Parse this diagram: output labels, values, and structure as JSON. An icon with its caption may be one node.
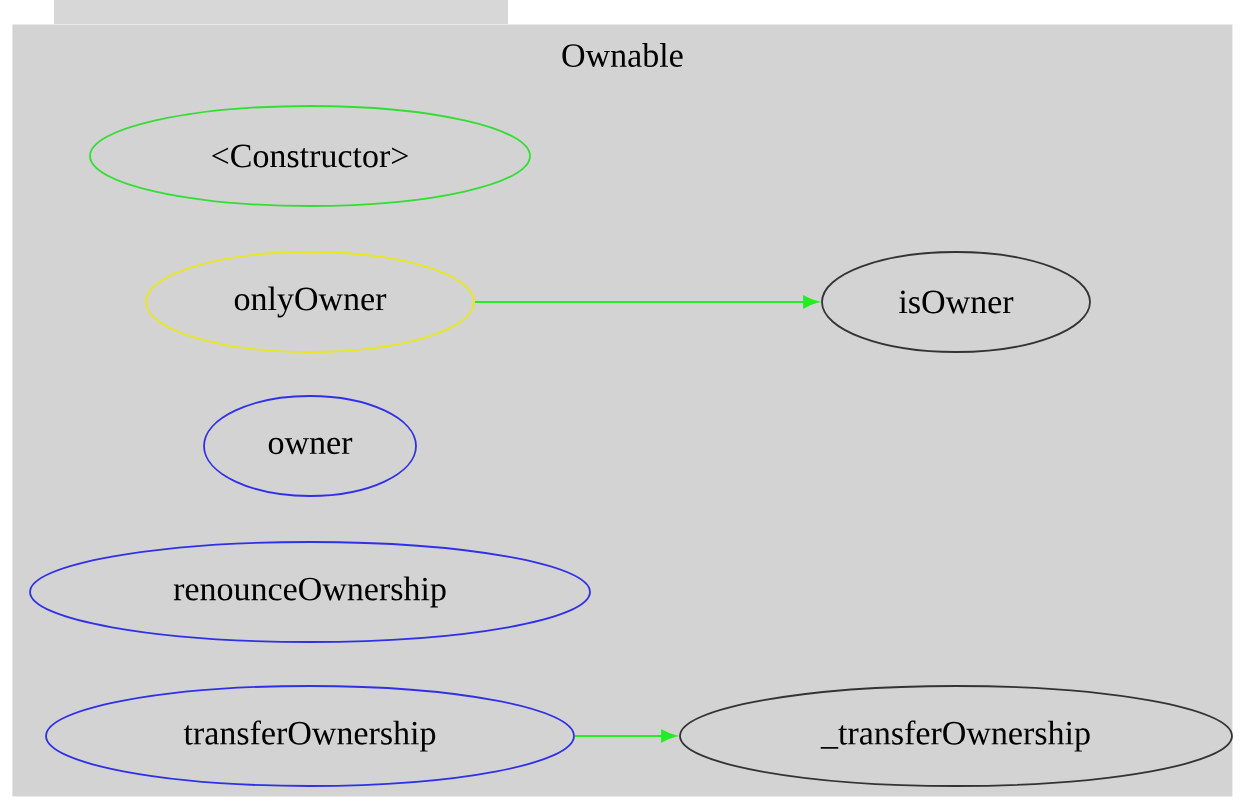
{
  "diagram": {
    "nodes": [
      {
        "text": [
          "Ownable"
        ]
      },
      {
        "text": [
          "<Constructor>"
        ],
        "in": 0
      },
      {
        "text": [
          "onlyOwner"
        ],
        "in": 0
      },
      {
        "text": [
          "isOwner"
        ],
        "in": 0
      },
      {
        "text": [
          "owner"
        ],
        "in": 0
      },
      {
        "text": [
          "renounceOwnership"
        ],
        "in": 0
      },
      {
        "text": [
          "transferOwnership"
        ],
        "in": 0
      },
      {
        "text": [
          "_transferOwnership"
        ],
        "in": 0
      }
    ],
    "edges": [
      {
        "from": 2,
        "to": 3,
        "arrow": "to"
      },
      {
        "from": 6,
        "to": 7,
        "arrow": "to"
      }
    ]
  }
}
